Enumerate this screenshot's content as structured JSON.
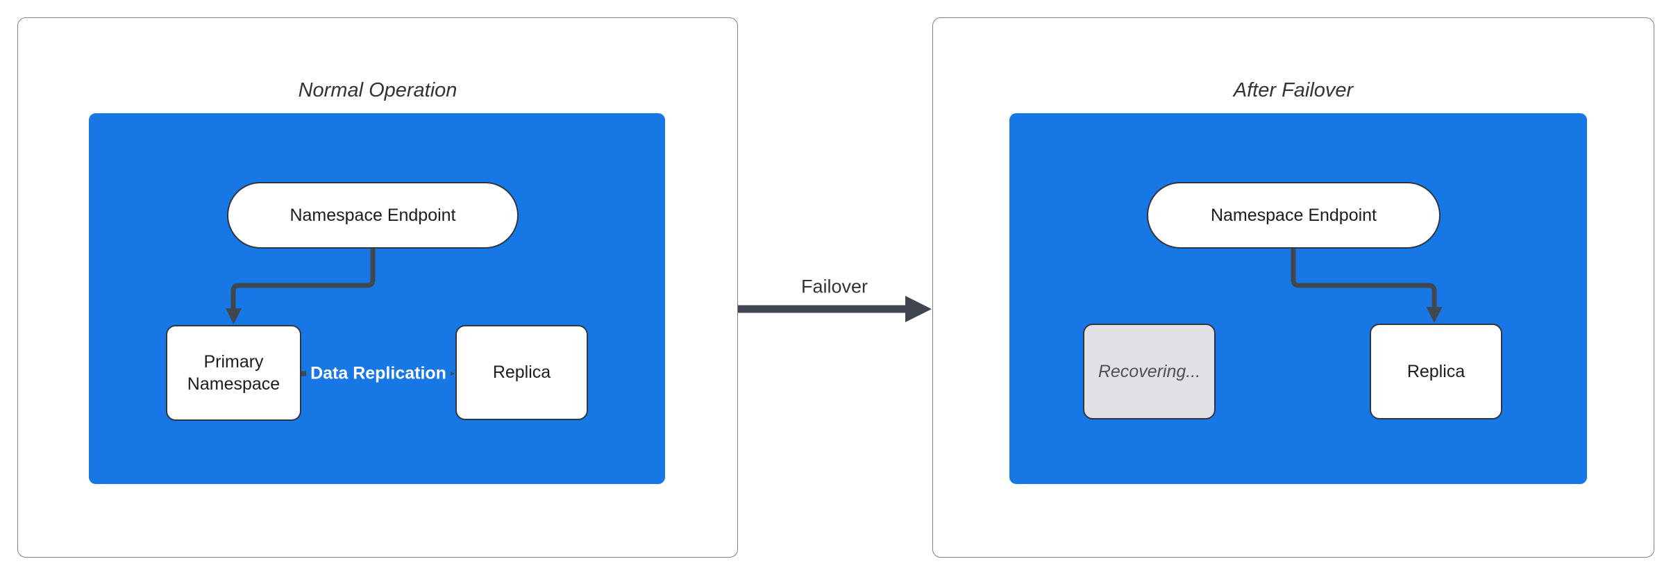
{
  "panels": [
    {
      "id": "normal-operation",
      "title": "Normal Operation",
      "container_color": "#1777e4",
      "nodes": {
        "endpoint": {
          "label": "Namespace Endpoint",
          "shape": "stadium",
          "fill": "#ffffff"
        },
        "primary": {
          "label": "Primary Namespace",
          "shape": "rect",
          "fill": "#ffffff"
        },
        "replica": {
          "label": "Replica",
          "shape": "rect",
          "fill": "#ffffff"
        }
      },
      "edges": [
        {
          "from": "endpoint",
          "to": "primary",
          "label": ""
        },
        {
          "from": "primary",
          "to": "replica",
          "label": "Data Replication",
          "label_color": "#ffffff"
        }
      ]
    },
    {
      "id": "after-failover",
      "title": "After Failover",
      "container_color": "#1777e4",
      "nodes": {
        "endpoint": {
          "label": "Namespace Endpoint",
          "shape": "stadium",
          "fill": "#ffffff"
        },
        "recovering": {
          "label": "Recovering...",
          "shape": "rect",
          "fill": "#e2e2e6",
          "text_style": "italic"
        },
        "replica": {
          "label": "Replica",
          "shape": "rect",
          "fill": "#ffffff"
        }
      },
      "edges": [
        {
          "from": "endpoint",
          "to": "replica",
          "label": ""
        }
      ]
    }
  ],
  "transition": {
    "label": "Failover",
    "arrow_color": "#3e4450"
  },
  "colors": {
    "container_blue": "#1777e4",
    "node_border": "#31353d",
    "edge_stroke": "#40474f",
    "panel_border": "#7f7f7f",
    "title_text": "#333333",
    "recovering_fill": "#e2e2e6",
    "recovering_text": "#4b5058"
  }
}
